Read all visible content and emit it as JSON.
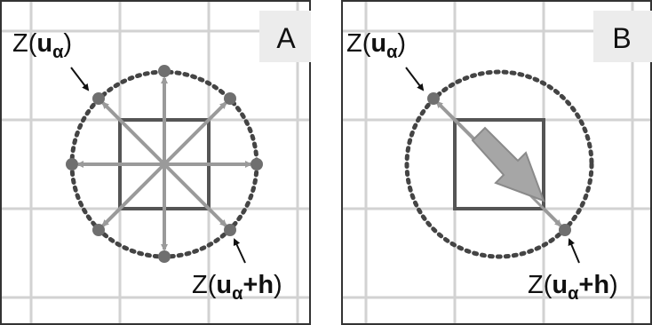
{
  "panels": [
    {
      "letter": "A",
      "label_top": {
        "prefix": "Z(",
        "var": "u",
        "sub": "α",
        "suffix": ")"
      },
      "label_bottom": {
        "prefix": "Z(",
        "var": "u",
        "sub": "α",
        "plus_h": "+h",
        "suffix": ")"
      }
    },
    {
      "letter": "B",
      "label_top": {
        "prefix": "Z(",
        "var": "u",
        "sub": "α",
        "suffix": ")"
      },
      "label_bottom": {
        "prefix": "Z(",
        "var": "u",
        "sub": "α",
        "plus_h": "+h",
        "suffix": ")"
      }
    }
  ],
  "colors": {
    "grid": "#d2d2d2",
    "panel_border": "#333333",
    "square": "#555555",
    "vector": "#9a9a9a",
    "node": "#6f6f6f",
    "dotted_circle": "#444444",
    "letter_box": "#ececec",
    "text": "#111111"
  }
}
